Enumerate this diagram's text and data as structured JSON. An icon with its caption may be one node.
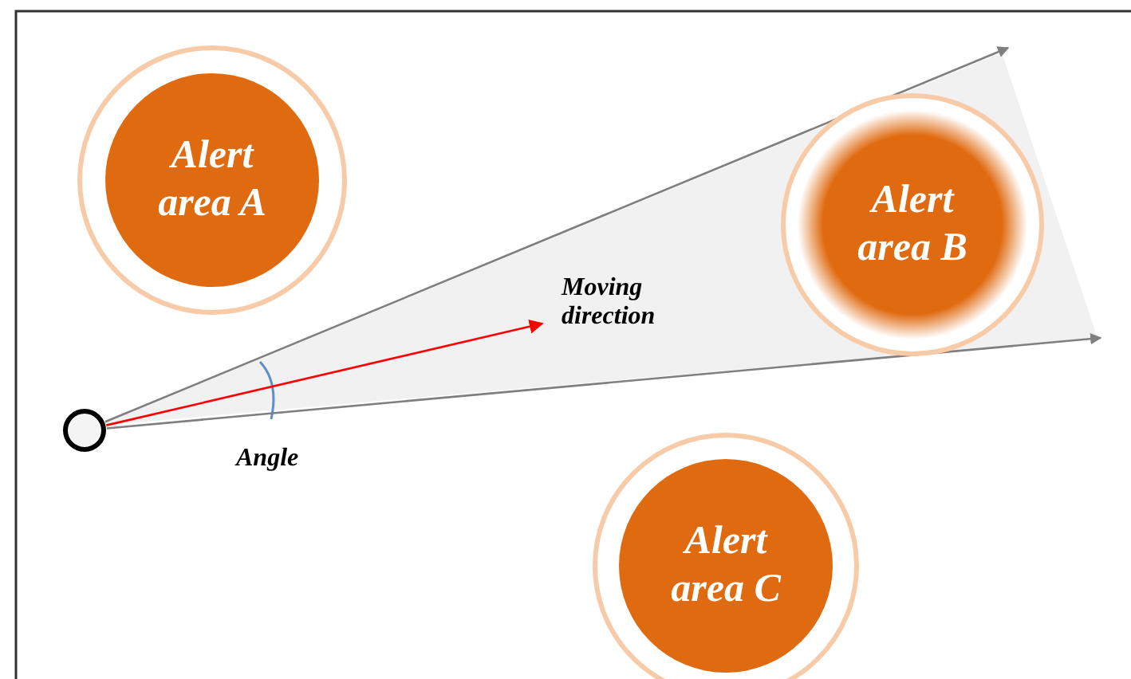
{
  "diagram": {
    "nodes": [
      {
        "text": [
          "Alert area A"
        ]
      },
      {
        "text": [
          "Alert area B"
        ]
      },
      {
        "text": [
          "Alert area C"
        ]
      },
      {
        "text": [],
        "shape": "circle"
      }
    ],
    "edges": [
      {
        "from": 3,
        "to": null,
        "arrow": "to"
      },
      {
        "from": 3,
        "to": null,
        "arrow": "to",
        "label": "Moving direction",
        "color": "#ff0000"
      },
      {
        "from": 3,
        "to": null,
        "arrow": "to"
      }
    ],
    "labels": [
      "Angle"
    ]
  }
}
